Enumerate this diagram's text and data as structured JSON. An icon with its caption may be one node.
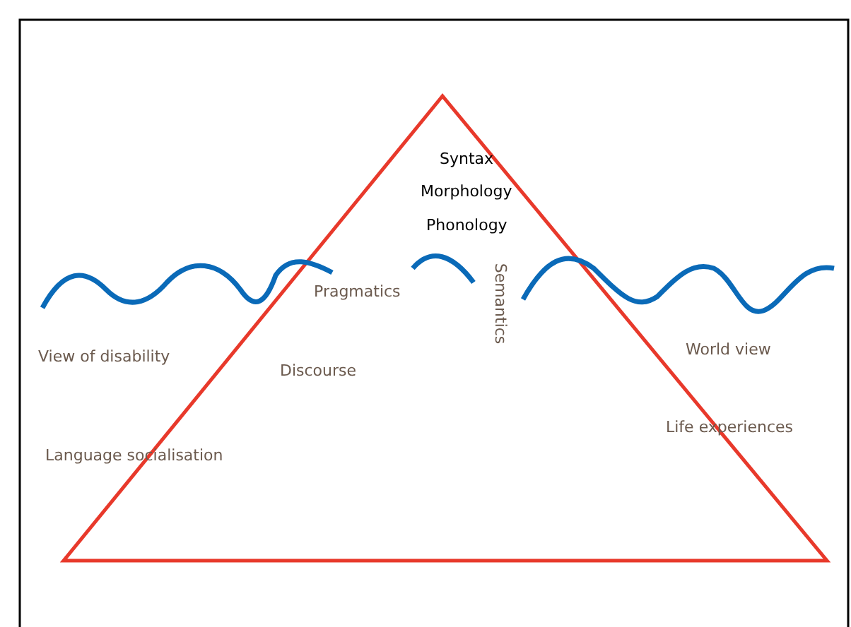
{
  "diagram": {
    "labels": [
      "Syntax",
      "Morphology",
      "Phonology",
      "Pragmatics",
      "Semantics",
      "View of disability",
      "World view",
      "Discourse",
      "Life experiences",
      "Language socialisation"
    ]
  }
}
